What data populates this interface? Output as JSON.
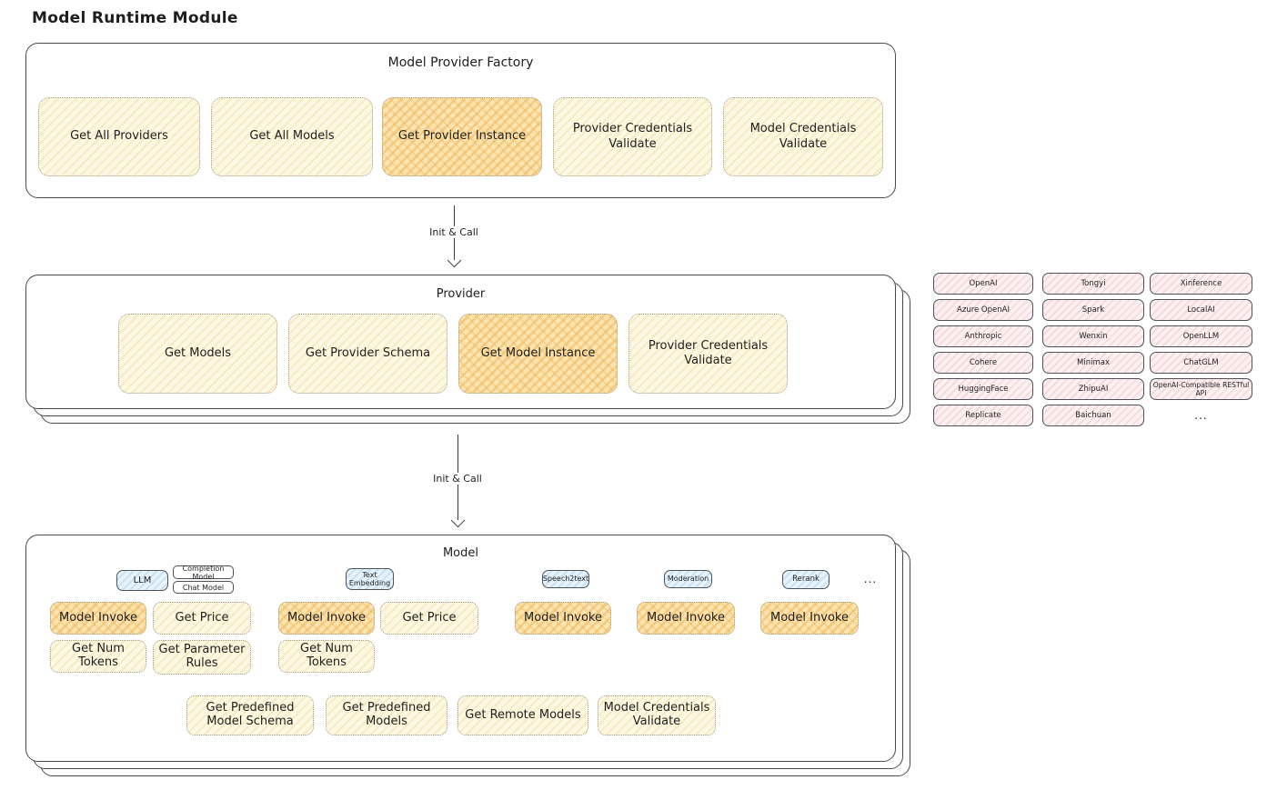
{
  "title": "Model Runtime Module",
  "factory": {
    "title": "Model Provider Factory",
    "items": [
      {
        "label": "Get All Providers"
      },
      {
        "label": "Get All Models"
      },
      {
        "label": "Get Provider Instance"
      },
      {
        "label": "Provider Credentials Validate"
      },
      {
        "label": "Model Credentials Validate"
      }
    ]
  },
  "arrow1": {
    "label": "Init & Call"
  },
  "arrow2": {
    "label": "Init & Call"
  },
  "provider": {
    "title": "Provider",
    "items": [
      {
        "label": "Get Models"
      },
      {
        "label": "Get Provider Schema"
      },
      {
        "label": "Get Model Instance"
      },
      {
        "label": "Provider Credentials Validate"
      }
    ]
  },
  "providers": {
    "names": [
      "OpenAI",
      "Tongyi",
      "Xinference",
      "Azure OpenAI",
      "Spark",
      "LocalAI",
      "Anthropic",
      "Wenxin",
      "OpenLLM",
      "Cohere",
      "Minimax",
      "ChatGLM",
      "HuggingFace",
      "ZhipuAI",
      "OpenAI-Compatible RESTful API",
      "Replicate",
      "Baichuan"
    ],
    "more": "..."
  },
  "model": {
    "title": "Model",
    "types": {
      "llm": "LLM",
      "completion": "Completion Model",
      "chat": "Chat Model",
      "text_embedding": "Text Embedding",
      "speech2text": "Speech2text",
      "moderation": "Moderation",
      "rerank": "Rerank",
      "more": "..."
    },
    "ops_row1": [
      "Model Invoke",
      "Get Price",
      "Model Invoke",
      "Get Price",
      "Model Invoke",
      "Model Invoke",
      "Model Invoke"
    ],
    "ops_row2": [
      "Get Num Tokens",
      "Get Parameter Rules",
      "Get Num Tokens"
    ],
    "ops_bottom": [
      "Get Predefined Model Schema",
      "Get Predefined Models",
      "Get Remote Models",
      "Model Credentials Validate"
    ]
  }
}
